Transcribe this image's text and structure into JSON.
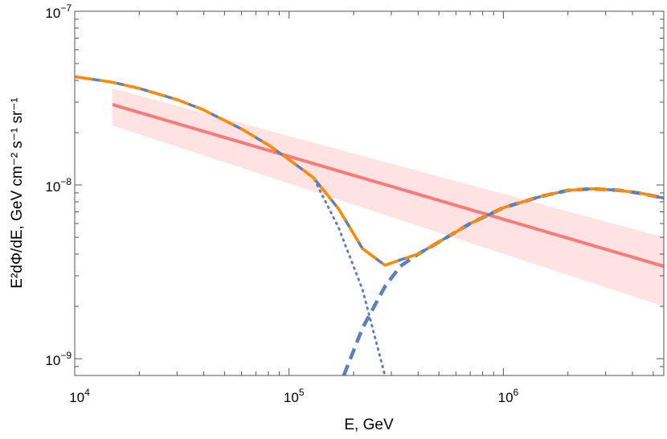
{
  "chart_data": {
    "type": "line",
    "xlabel": "E, GeV",
    "ylabel": "E²dΦ/dE, GeV cm⁻² s⁻¹ sr⁻¹",
    "x_scale": "log",
    "y_scale": "log",
    "xlim": [
      10000,
      5600000
    ],
    "ylim": [
      8e-10,
      1e-07
    ],
    "grid": false,
    "x_ticks": [
      {
        "base": "10",
        "exp": "4",
        "value": 10000
      },
      {
        "base": "10",
        "exp": "5",
        "value": 100000
      },
      {
        "base": "10",
        "exp": "6",
        "value": 1000000
      }
    ],
    "y_ticks": [
      {
        "base": "10",
        "exp": "−7",
        "value": 1e-07
      },
      {
        "base": "10",
        "exp": "−8",
        "value": 1e-08
      },
      {
        "base": "10",
        "exp": "−9",
        "value": 1e-09
      }
    ],
    "series": [
      {
        "style": "dotted",
        "color": "#5b7fbf",
        "x": [
          10000,
          15000,
          20000,
          30000,
          40000,
          60000,
          80000,
          100000,
          130000,
          170000,
          220000,
          280000
        ],
        "y": [
          4.2e-08,
          3.9e-08,
          3.6e-08,
          3.1e-08,
          2.7e-08,
          2.1e-08,
          1.7e-08,
          1.4e-08,
          1.1e-08,
          5.7e-09,
          2.5e-09,
          8e-10
        ]
      },
      {
        "style": "dashed",
        "color": "#5b7fbf",
        "x": [
          180000,
          220000,
          280000,
          330000,
          400000,
          500000,
          700000,
          1000000,
          1500000,
          2000000,
          2600000,
          3500000,
          4500000,
          5600000
        ],
        "y": [
          8e-10,
          1.5e-09,
          2.6e-09,
          3.4e-09,
          4e-09,
          4.7e-09,
          6e-09,
          7.4e-09,
          8.6e-09,
          9.3e-09,
          9.5e-09,
          9.3e-09,
          8.9e-09,
          8.4e-09
        ]
      },
      {
        "style": "solid",
        "color": "#ff8c00",
        "x": [
          10000,
          15000,
          20000,
          30000,
          40000,
          60000,
          80000,
          100000,
          130000,
          170000,
          220000,
          280000,
          330000,
          400000,
          500000,
          700000,
          1000000,
          1500000,
          2000000,
          2600000,
          3500000,
          4500000,
          5600000
        ],
        "y": [
          4.2e-08,
          3.9e-08,
          3.6e-08,
          3.1e-08,
          2.7e-08,
          2.1e-08,
          1.7e-08,
          1.4e-08,
          1.1e-08,
          7.3e-09,
          4.3e-09,
          3.45e-09,
          3.7e-09,
          4e-09,
          4.7e-09,
          6e-09,
          7.4e-09,
          8.6e-09,
          9.3e-09,
          9.5e-09,
          9.3e-09,
          8.9e-09,
          8.4e-09
        ]
      },
      {
        "style": "solid",
        "color": "#f77b7b",
        "x": [
          15000,
          5600000
        ],
        "y": [
          2.9e-08,
          3.4e-09
        ]
      }
    ],
    "band": {
      "color": "#ffe3e3",
      "x": [
        15000,
        5600000
      ],
      "upper": [
        3.6e-08,
        5e-09
      ],
      "lower": [
        2.2e-08,
        2e-09
      ]
    }
  }
}
